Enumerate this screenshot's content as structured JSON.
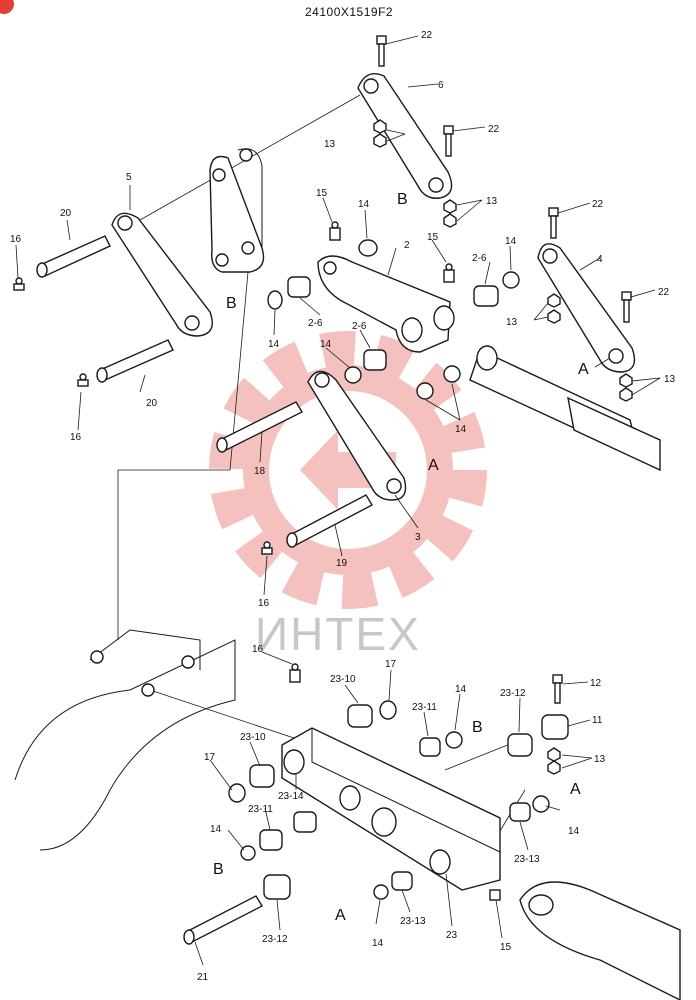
{
  "drawing_code": "24100X1519F2",
  "watermark_text": "ИНТЕХ",
  "callouts": {
    "p22a": "22",
    "p6": "6",
    "p13a": "13",
    "p22b": "22",
    "pBtop": "B",
    "p13b": "13",
    "p22c": "22",
    "p4": "4",
    "p22d": "22",
    "p13c": "13",
    "pAtop": "A",
    "p13d": "13",
    "p5": "5",
    "p20a": "20",
    "p16a": "16",
    "pB5": "B",
    "p20b": "20",
    "p16b": "16",
    "p15a": "15",
    "p14a": "14",
    "p2": "2",
    "p15b": "15",
    "p26a": "2-6",
    "p14b": "14",
    "p14c": "14",
    "p26b": "2-6",
    "p26c": "2-6",
    "p14d": "14",
    "p14e": "14",
    "p14f": "14",
    "p18": "18",
    "pA3": "A",
    "p3": "3",
    "p19": "19",
    "p16c": "16",
    "p16d": "16",
    "p2310a": "23-10",
    "p17a": "17",
    "p14g": "14",
    "p2311a": "23-11",
    "pBm": "B",
    "p2312a": "23-12",
    "p12": "12",
    "p11": "11",
    "p13e": "13",
    "pAr": "A",
    "p14h": "14",
    "p2313a": "23-13",
    "p17b": "17",
    "p2310b": "23-10",
    "p2314": "23-14",
    "p2311b": "23-11",
    "p14i": "14",
    "pBl": "B",
    "pAl": "A",
    "p14j": "14",
    "p2313b": "23-13",
    "p23": "23",
    "p15c": "15",
    "p2312b": "23-12",
    "p21": "21"
  },
  "colors": {
    "ink": "#1a1a1a",
    "watermark_gear": "#f3b7b3",
    "badge": "#e63d35"
  }
}
